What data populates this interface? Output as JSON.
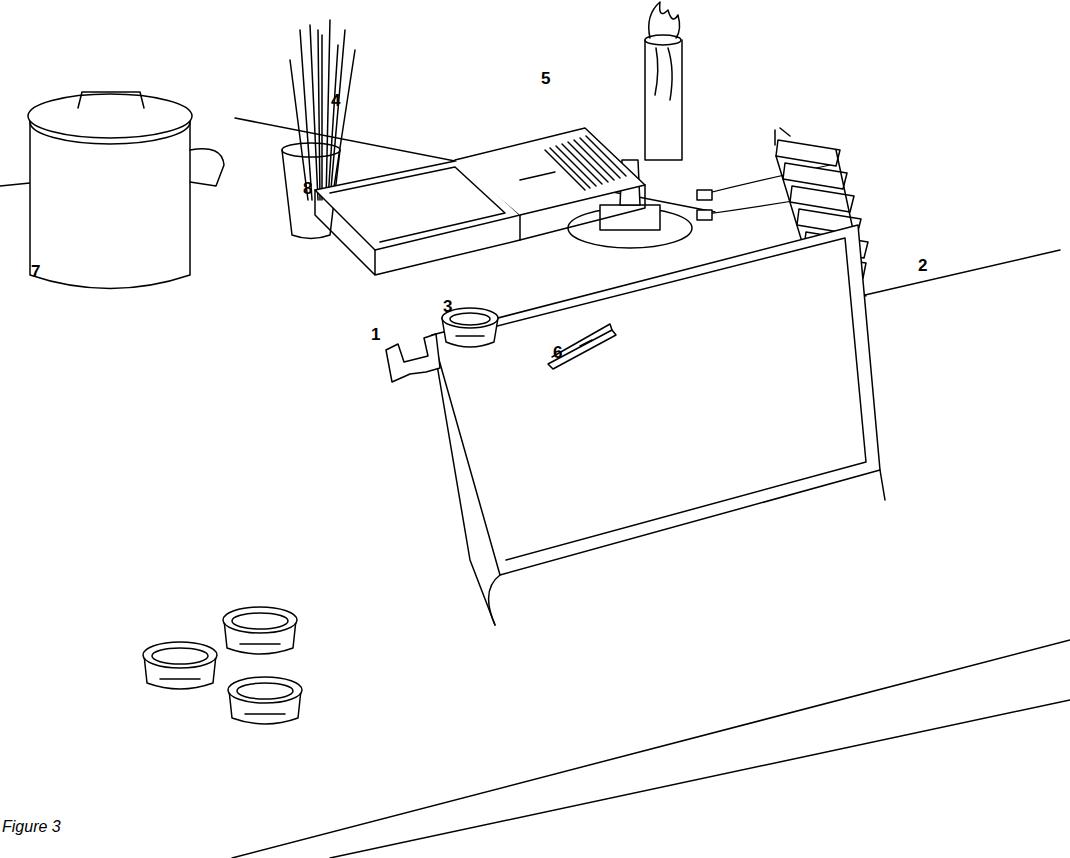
{
  "diagram": {
    "caption": "Figure 3",
    "labels": [
      "4",
      "5",
      "8",
      "2",
      "7",
      "3",
      "1",
      "6"
    ]
  }
}
